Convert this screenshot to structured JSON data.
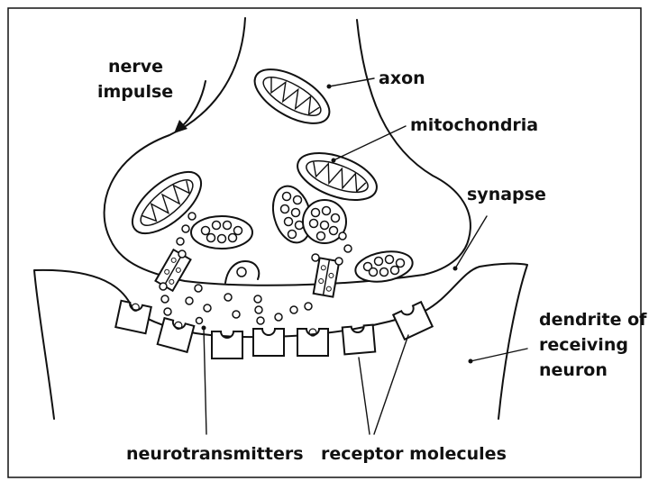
{
  "colors": {
    "ink": "#111111",
    "background": "#ffffff"
  },
  "labels": {
    "nerve_impulse": [
      "nerve",
      "impulse"
    ],
    "axon": "axon",
    "mitochondria": "mitochondria",
    "synapse": "synapse",
    "dendrite": [
      "dendrite of",
      "receiving",
      "neuron"
    ],
    "neurotransmitters": "neurotransmitters",
    "receptor_molecules": "receptor molecules"
  }
}
